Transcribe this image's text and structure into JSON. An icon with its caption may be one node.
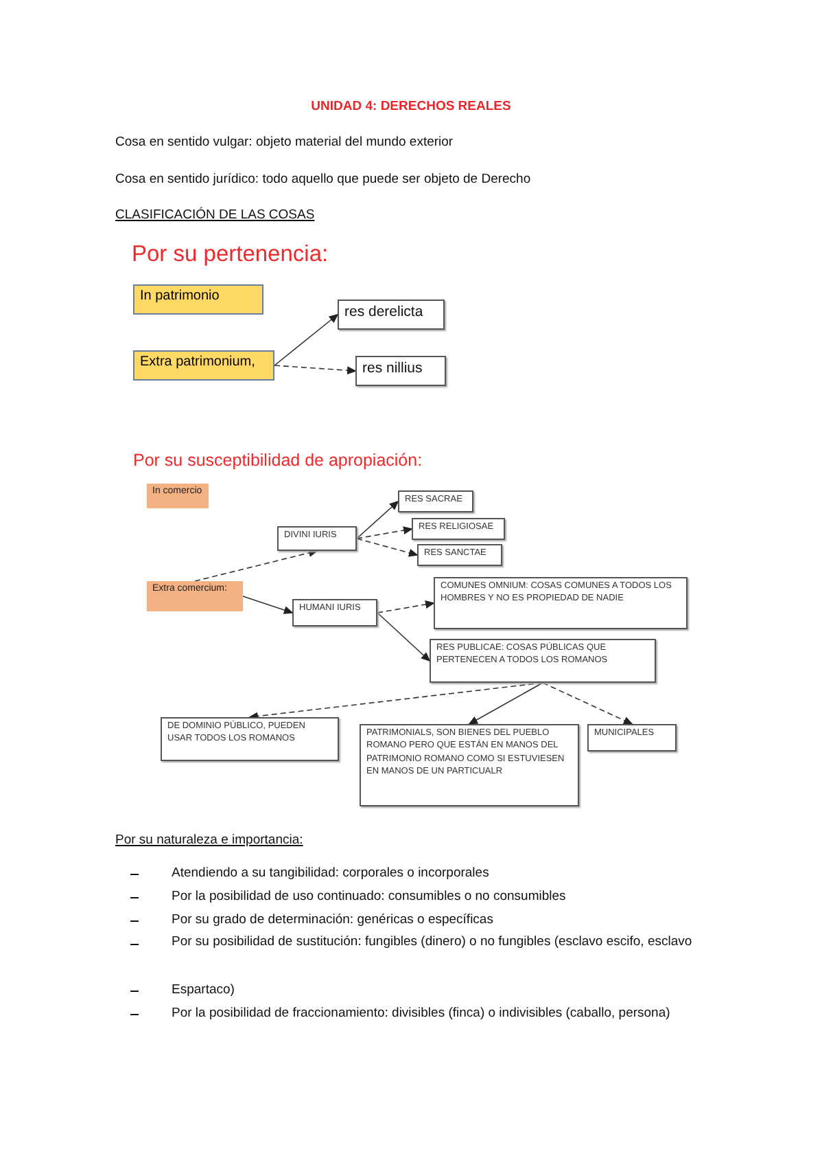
{
  "diagram": {
    "title": "UNIDAD 4: DERECHOS REALES",
    "nodes": [
      {
        "text": [
          "In patrimonio"
        ]
      },
      {
        "text": [
          "Extra patrimonium,"
        ]
      },
      {
        "text": [
          "res derelicta"
        ]
      },
      {
        "text": [
          "res nillius"
        ]
      },
      {
        "text": [
          "In comercio"
        ]
      },
      {
        "text": [
          "Extra comercium:"
        ]
      },
      {
        "text": [
          "DIVINI IURIS"
        ]
      },
      {
        "text": [
          "RES SACRAE"
        ]
      },
      {
        "text": [
          "RES RELIGIOSAE"
        ]
      },
      {
        "text": [
          "RES SANCTAE"
        ]
      },
      {
        "text": [
          "HUMANI IURIS"
        ]
      },
      {
        "text": [
          "COMUNES OMNIUM: COSAS COMUNES A TODOS LOS HOMBRES Y NO ES PROPIEDAD DE NADIE"
        ]
      },
      {
        "text": [
          "RES PUBLICAE: COSAS PÚBLICAS QUE PERTENECEN A TODOS LOS ROMANOS"
        ]
      },
      {
        "text": [
          "DE DOMINIO PÚBLICO, PUEDEN USAR TODOS LOS ROMANOS"
        ]
      },
      {
        "text": [
          "PATRIMONIALS, SON BIENES DEL PUEBLO ROMANO PERO QUE ESTÁN EN MANOS DEL PATRIMONIO ROMANO COMO SI ESTUVIESEN EN MANOS DE UN PARTICUALR"
        ]
      },
      {
        "text": [
          "MUNICIPALES"
        ]
      }
    ],
    "edges": [
      {
        "from": 1,
        "to": 2,
        "arrow": "to"
      },
      {
        "from": 1,
        "to": 3,
        "arrow": "to",
        "style": "dashed"
      },
      {
        "from": 5,
        "to": 6,
        "arrow": "to",
        "style": "dashed"
      },
      {
        "from": 5,
        "to": 10,
        "arrow": "to"
      },
      {
        "from": 6,
        "to": 7,
        "arrow": "to"
      },
      {
        "from": 6,
        "to": 8,
        "arrow": "to",
        "style": "dashed"
      },
      {
        "from": 6,
        "to": 9,
        "arrow": "to",
        "style": "dashed"
      },
      {
        "from": 10,
        "to": 11,
        "arrow": "to",
        "style": "dashed"
      },
      {
        "from": 10,
        "to": 12,
        "arrow": "to"
      },
      {
        "from": 12,
        "to": 13,
        "arrow": "to",
        "style": "dashed"
      },
      {
        "from": 12,
        "to": 14,
        "arrow": "to"
      },
      {
        "from": 12,
        "to": 15,
        "arrow": "to",
        "style": "dashed"
      }
    ],
    "labels": [
      "Cosa en sentido vulgar: objeto material del mundo exterior",
      "Cosa en sentido jurídico: todo aquello que puede ser objeto de Derecho",
      "CLASIFICACIÓN DE LAS COSAS",
      "Por su pertenencia:",
      "Por su susceptibilidad de apropiación:",
      "Por su naturaleza e importancia:",
      "Atendiendo a su tangibilidad: corporales o incorporales",
      "Por la posibilidad de uso continuado: consumibles o no consumibles",
      "Por su grado de determinación: genéricas o específicas",
      "Por su posibilidad de sustitución: fungibles (dinero) o no fungibles (esclavo escifo, esclavo",
      "Espartaco)",
      "Por la posibilidad de fraccionamiento: divisibles (finca) o indivisibles (caballo, persona)"
    ]
  }
}
